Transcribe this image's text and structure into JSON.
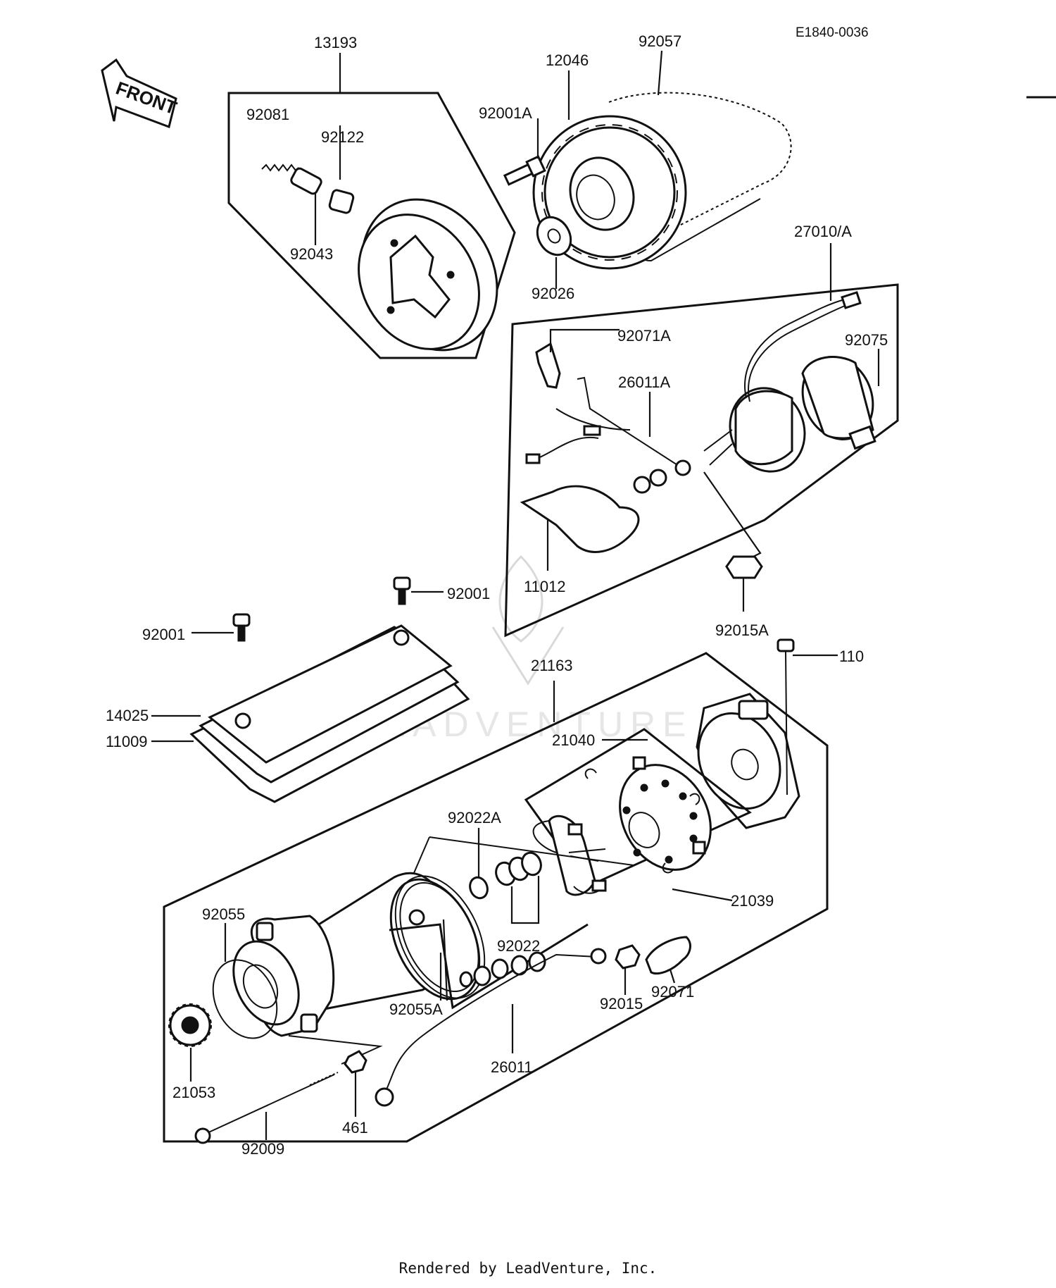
{
  "diagram_code": "E1840-0036",
  "front_label": "FRONT",
  "footer": "Rendered by LeadVenture, Inc.",
  "watermark": "LEADVENTURE",
  "labels": {
    "l13193": "13193",
    "l92081": "92081",
    "l92122": "92122",
    "l92043": "92043",
    "l92057": "92057",
    "l12046": "12046",
    "l92001A": "92001A",
    "l92026": "92026",
    "l27010A": "27010/A",
    "l92071A": "92071A",
    "l92075": "92075",
    "l26011A": "26011A",
    "l11012": "11012",
    "l92015A": "92015A",
    "l92001a": "92001",
    "l92001b": "92001",
    "l14025": "14025",
    "l11009": "11009",
    "l21163": "21163",
    "l110": "110",
    "l21040": "21040",
    "l92022A": "92022A",
    "l21039": "21039",
    "l92055": "92055",
    "l92022": "92022",
    "l92055A": "92055A",
    "l92015": "92015",
    "l92071": "92071",
    "l21053": "21053",
    "l26011": "26011",
    "l461": "461",
    "l92009": "92009"
  }
}
